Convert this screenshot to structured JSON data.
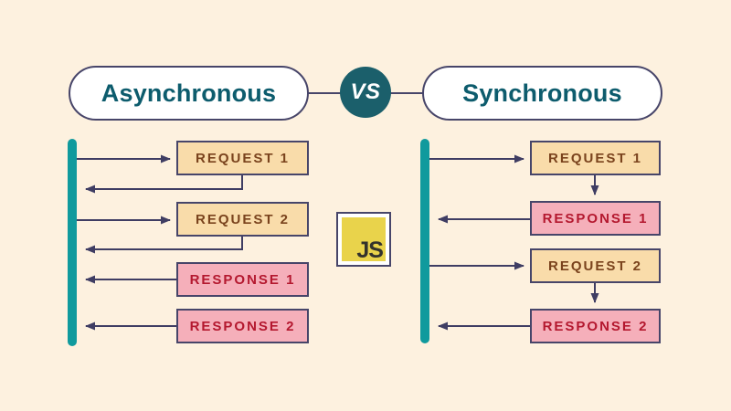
{
  "title": "Asynchronous vs Synchronous",
  "header": {
    "left_pill": "Asynchronous",
    "vs_badge": "VS",
    "right_pill": "Synchronous"
  },
  "center_badge": {
    "label": "JS"
  },
  "async_panel": {
    "name": "Asynchronous",
    "flow": "both requests sent before responses return",
    "boxes": [
      {
        "label": "REQUEST 1",
        "kind": "request"
      },
      {
        "label": "REQUEST 2",
        "kind": "request"
      },
      {
        "label": "RESPONSE 1",
        "kind": "response"
      },
      {
        "label": "RESPONSE 2",
        "kind": "response"
      }
    ]
  },
  "sync_panel": {
    "name": "Synchronous",
    "flow": "each request waits for its response",
    "boxes": [
      {
        "label": "REQUEST 1",
        "kind": "request"
      },
      {
        "label": "RESPONSE 1",
        "kind": "response"
      },
      {
        "label": "REQUEST 2",
        "kind": "request"
      },
      {
        "label": "RESPONSE 2",
        "kind": "response"
      }
    ]
  },
  "colors": {
    "background": "#fdf1df",
    "timeline_teal": "#109a9d",
    "arrow": "#3f3d63",
    "box_border": "#474569",
    "request_fill": "#f9dcaa",
    "request_text": "#7a431d",
    "response_fill": "#f5afba",
    "response_text": "#b4182f",
    "header_text": "#0d5c6d",
    "vs_fill": "#1b5f6b",
    "js_yellow": "#e9d34b",
    "js_text": "#33322c"
  }
}
